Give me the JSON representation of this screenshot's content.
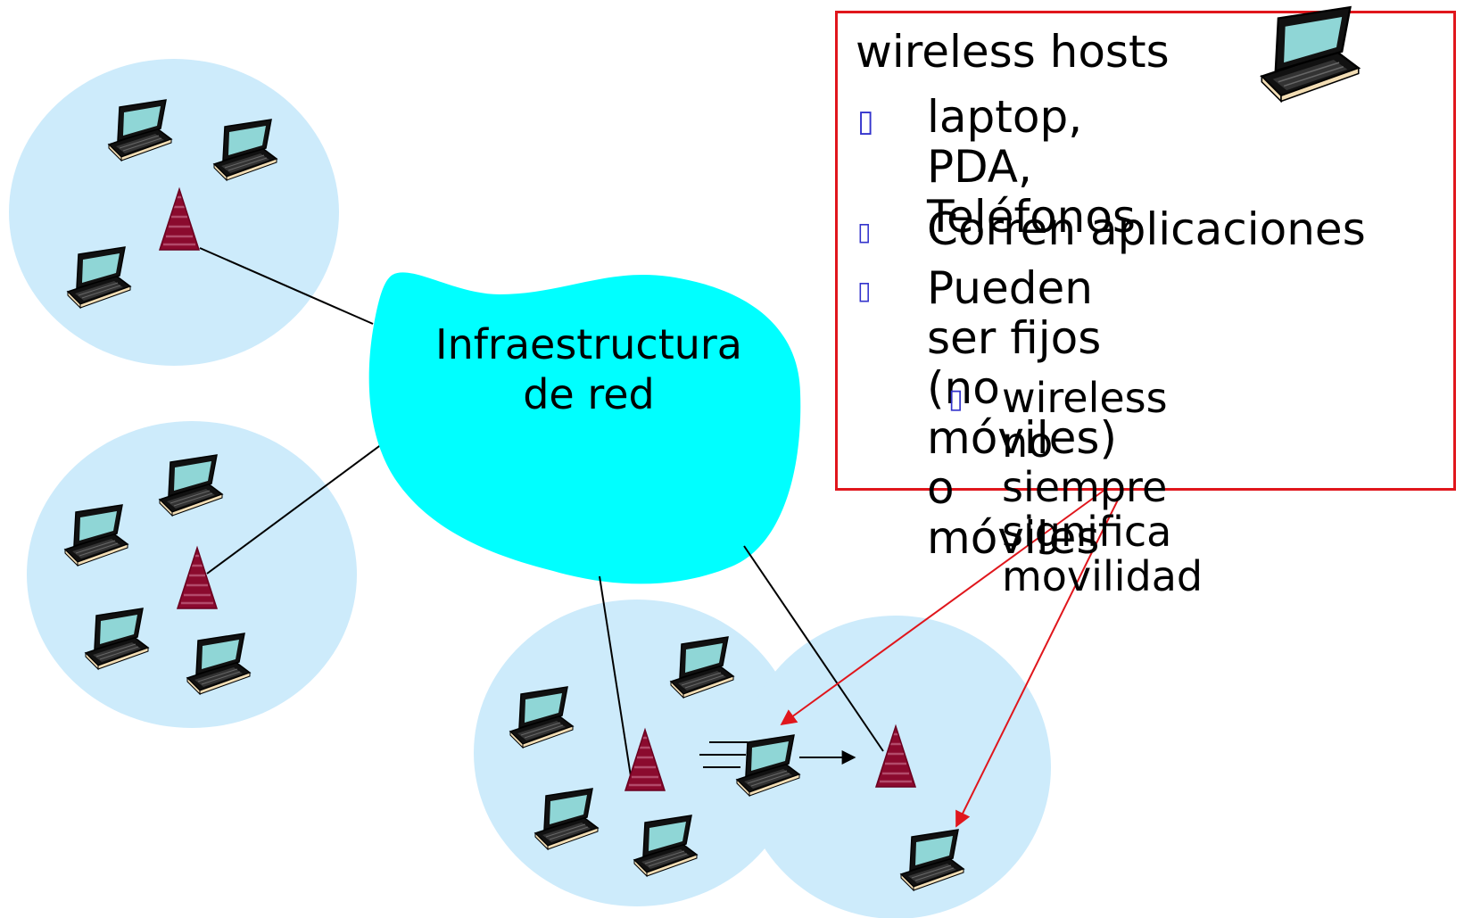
{
  "cloud": {
    "label": "Infraestructura\nde red",
    "color": "#00ffff"
  },
  "callout": {
    "title": "wireless hosts",
    "border_color": "#e0161c",
    "bullet_color": "#3333cc",
    "bullets": [
      {
        "text": "laptop, PDA,\nTeléfonos",
        "level": 1
      },
      {
        "text": "Corren aplicaciones",
        "level": 1
      },
      {
        "text": "Pueden ser fijos (no\nmóviles) o móviles",
        "level": 1
      },
      {
        "text": "wireless no siempre\nsignifica movilidad",
        "level": 2
      }
    ],
    "icon": "laptop-icon"
  },
  "colors": {
    "cell": "#cdebfb",
    "tower": "#8b0a2e",
    "link": "#000000",
    "arrow": "#e0161c"
  },
  "icons": {
    "host": "laptop-icon",
    "base_station": "base-station-icon"
  }
}
